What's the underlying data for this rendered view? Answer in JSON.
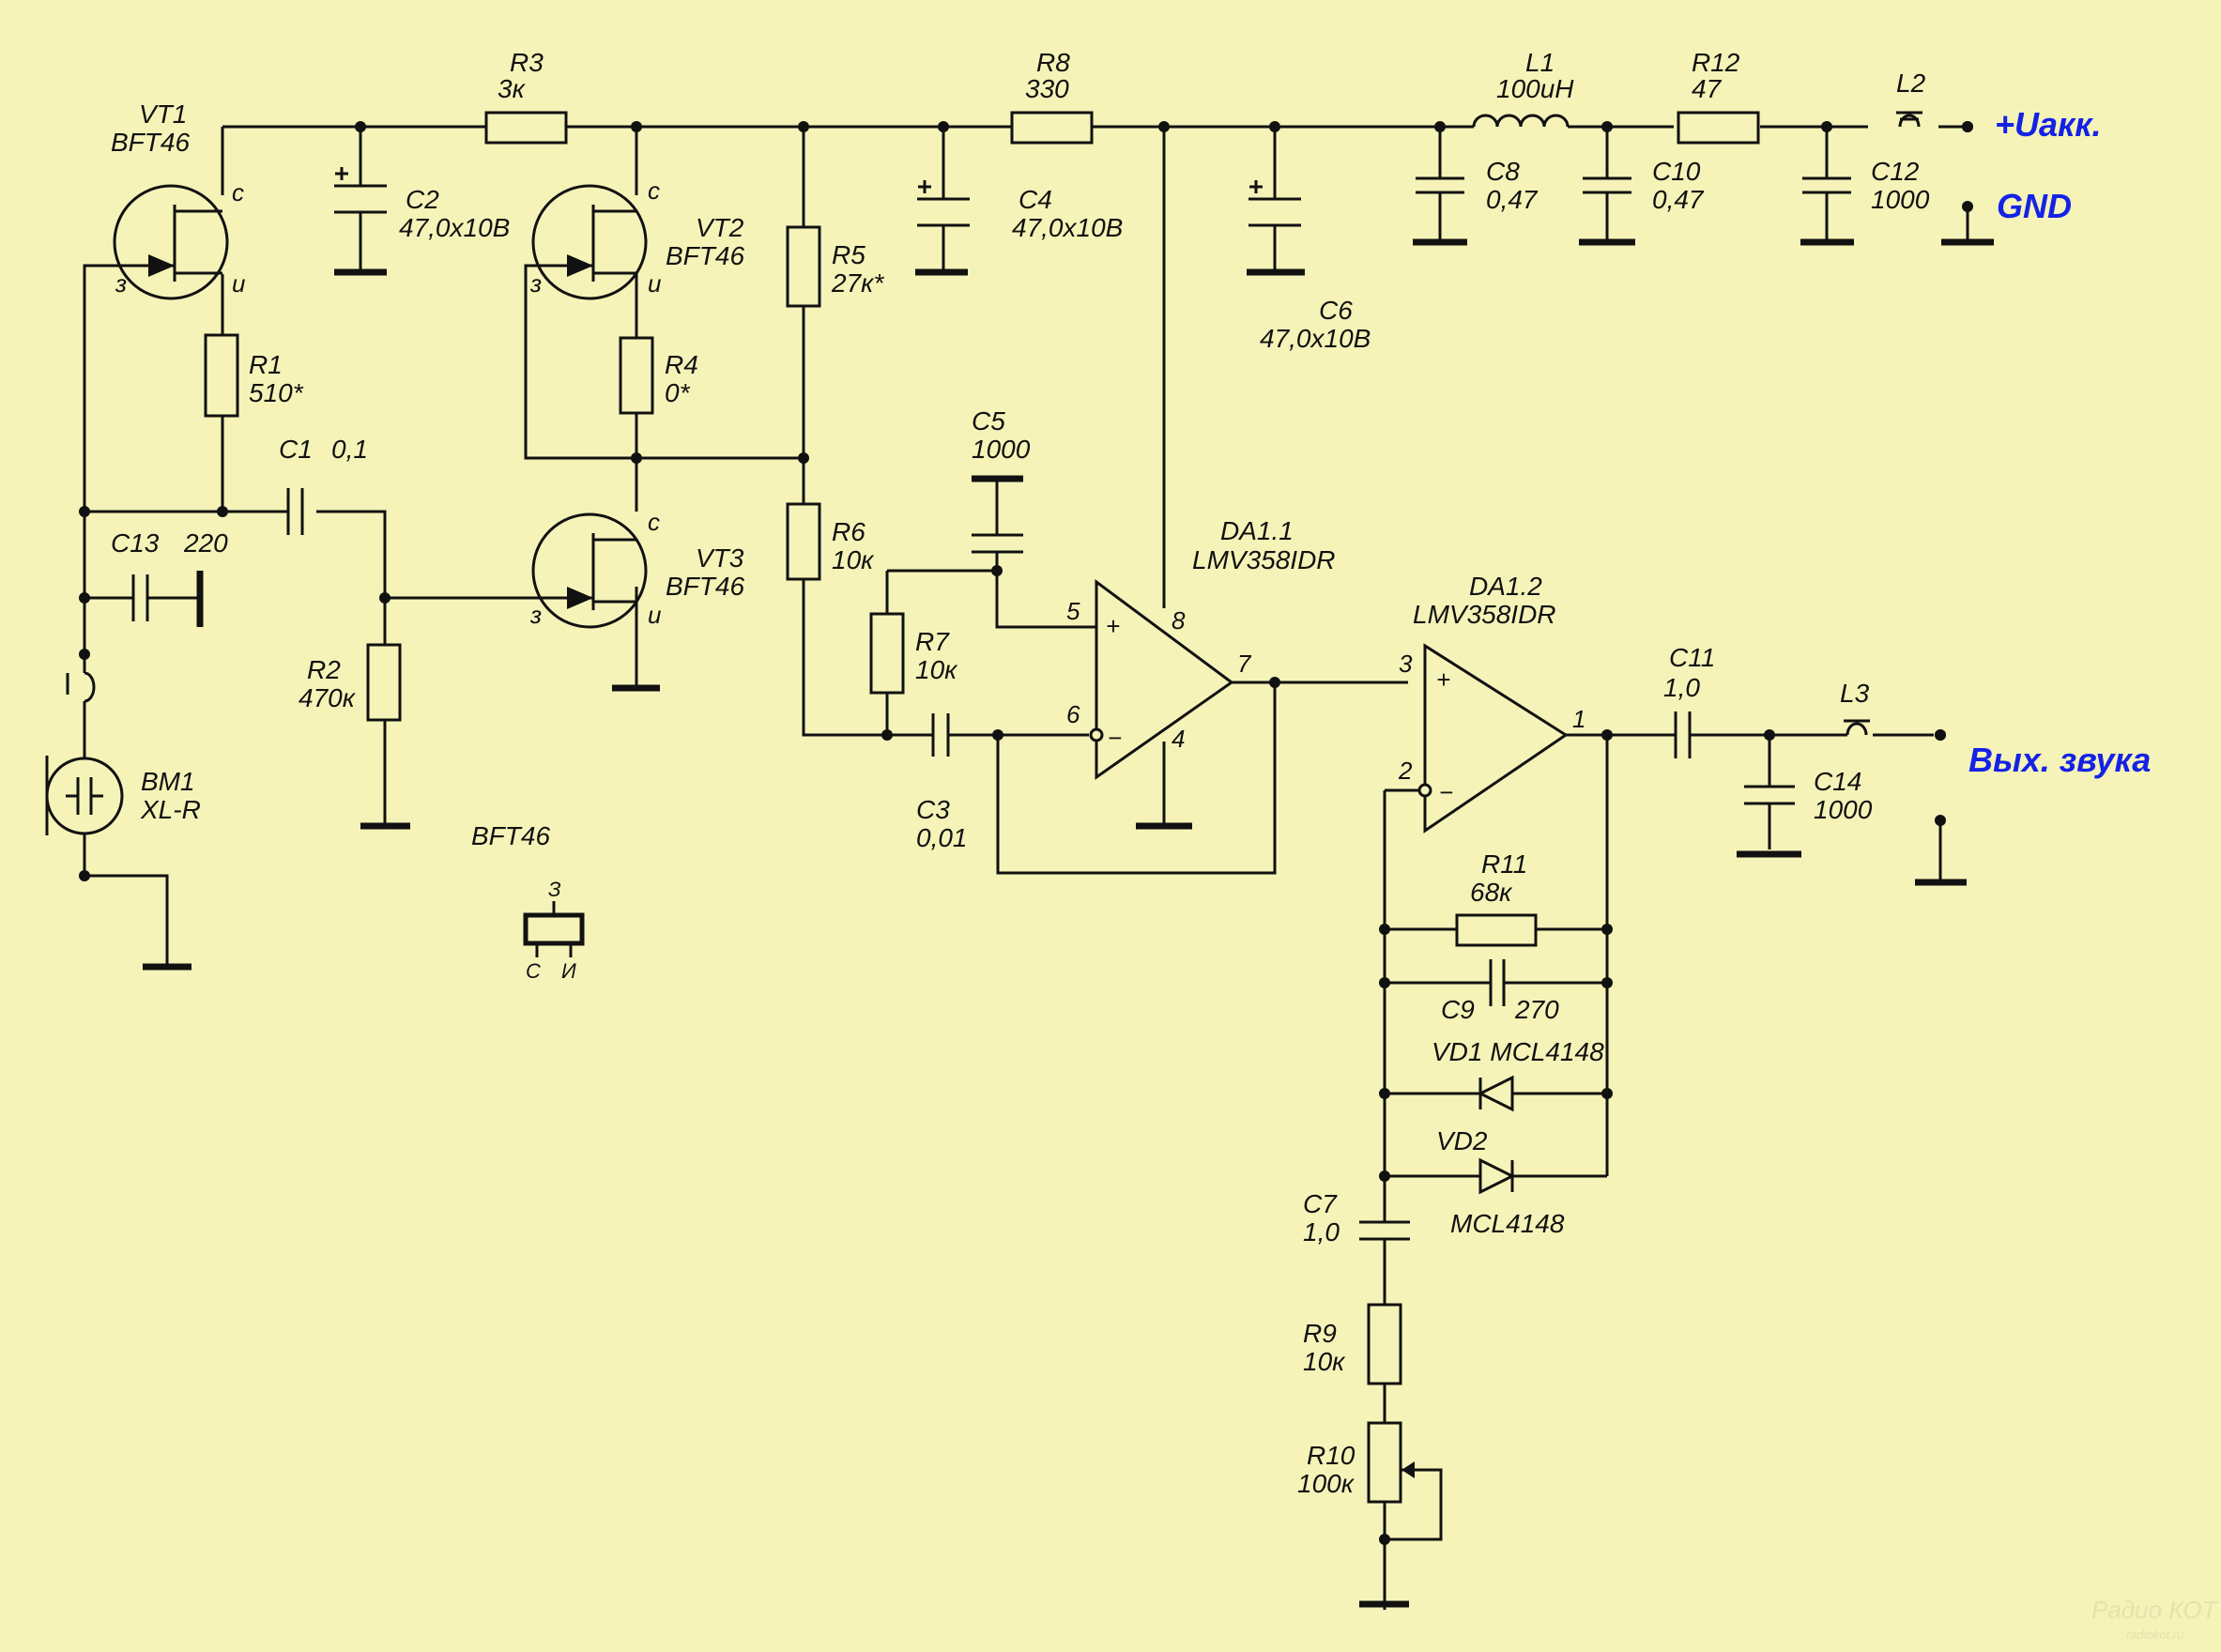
{
  "power": {
    "plus_label": "+Uакк.",
    "gnd_label": "GND",
    "out_label": "Вых. звука"
  },
  "parts": {
    "vt1": {
      "ref": "VT1",
      "val": "BFT46"
    },
    "vt2": {
      "ref": "VT2",
      "val": "BFT46"
    },
    "vt3": {
      "ref": "VT3",
      "val": "BFT46"
    },
    "r1": {
      "ref": "R1",
      "val": "510*"
    },
    "r2": {
      "ref": "R2",
      "val": "470к"
    },
    "r3": {
      "ref": "R3",
      "val": "3к"
    },
    "r4": {
      "ref": "R4",
      "val": "0*"
    },
    "r5": {
      "ref": "R5",
      "val": "27к*"
    },
    "r6": {
      "ref": "R6",
      "val": "10к"
    },
    "r7": {
      "ref": "R7",
      "val": "10к"
    },
    "r8": {
      "ref": "R8",
      "val": "330"
    },
    "r9": {
      "ref": "R9",
      "val": "10к"
    },
    "r10": {
      "ref": "R10",
      "val": "100к"
    },
    "r11": {
      "ref": "R11",
      "val": "68к"
    },
    "r12": {
      "ref": "R12",
      "val": "47"
    },
    "c1": {
      "ref": "C1",
      "val": "0,1"
    },
    "c2": {
      "ref": "C2",
      "val": "47,0х10В"
    },
    "c3": {
      "ref": "C3",
      "val": "0,01"
    },
    "c4": {
      "ref": "C4",
      "val": "47,0х10В"
    },
    "c5": {
      "ref": "C5",
      "val": "1000"
    },
    "c6": {
      "ref": "C6",
      "val": "47,0х10В"
    },
    "c7": {
      "ref": "C7",
      "val": "1,0"
    },
    "c8": {
      "ref": "C8",
      "val": "0,47"
    },
    "c9": {
      "ref": "C9",
      "val": "270"
    },
    "c10": {
      "ref": "C10",
      "val": "0,47"
    },
    "c11": {
      "ref": "C11",
      "val": "1,0"
    },
    "c12": {
      "ref": "C12",
      "val": "1000"
    },
    "c13": {
      "ref": "C13",
      "val": "220"
    },
    "c14": {
      "ref": "C14",
      "val": "1000"
    },
    "l1": {
      "ref": "L1",
      "val": "100uH"
    },
    "l2": {
      "ref": "L2"
    },
    "l3": {
      "ref": "L3"
    },
    "bm1": {
      "ref": "BM1",
      "val": "XL-R"
    },
    "da11": {
      "ref": "DA1.1",
      "val": "LMV358IDR"
    },
    "da12": {
      "ref": "DA1.2",
      "val": "LMV358IDR"
    },
    "vd1": {
      "label": "VD1  MCL4148"
    },
    "vd2": {
      "ref": "VD2",
      "val": "MCL4148"
    }
  },
  "pins": {
    "vt1_d": "с",
    "vt1_g": "з",
    "vt1_s": "и",
    "vt2_d": "с",
    "vt2_g": "з",
    "vt2_s": "и",
    "vt3_d": "с",
    "vt3_g": "з",
    "vt3_s": "и",
    "da11_in_plus": "5",
    "da11_in_minus": "6",
    "da11_out": "7",
    "da11_vcc": "8",
    "da11_gnd": "4",
    "da12_in_plus": "3",
    "da12_in_minus": "2",
    "da12_out": "1",
    "plus": "+",
    "minus": "−"
  },
  "package": {
    "title": "BFT46",
    "pin_top": "З",
    "pin_left": "С",
    "pin_right": "И"
  },
  "watermark": {
    "brand": "Радио КОТ",
    "site": "radiokot.ru"
  }
}
